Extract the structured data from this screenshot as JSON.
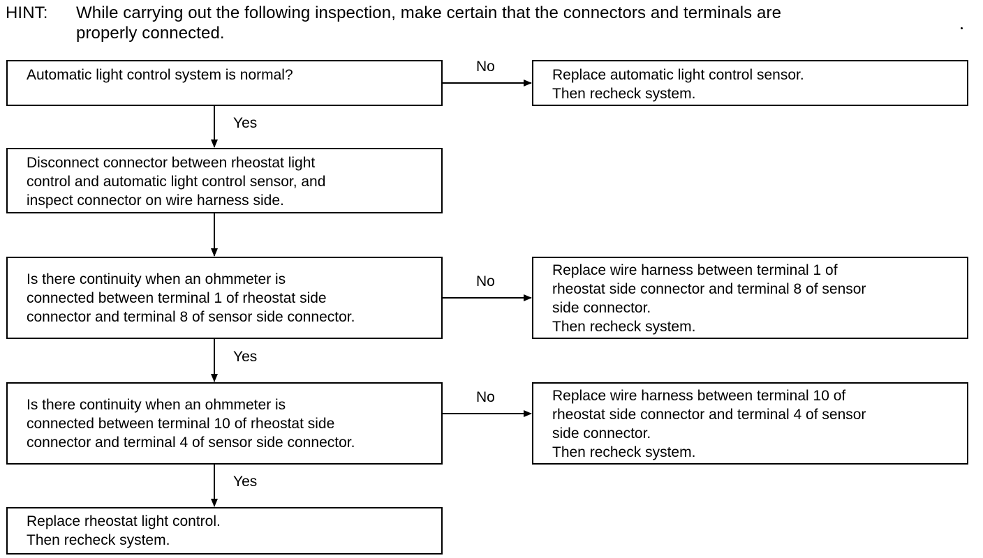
{
  "hint": {
    "label": "HINT:",
    "text": "While carrying out the following inspection, make certain that the connectors and terminals are\nproperly connected."
  },
  "flow": {
    "step1": "Automatic light control system is normal?",
    "no1": "Replace automatic light control sensor.\nThen recheck system.",
    "step2": "Disconnect connector between rheostat light\ncontrol and automatic light control sensor, and\ninspect connector on wire harness side.",
    "step3": "Is there continuity when an ohmmeter is\nconnected between terminal 1 of rheostat side\nconnector and terminal 8 of sensor side connector.",
    "no3": "Replace wire harness between terminal 1 of\nrheostat side connector and terminal 8 of sensor\nside connector.\nThen recheck system.",
    "step4": "Is there continuity when an ohmmeter is\nconnected between terminal 10 of rheostat side\nconnector and terminal 4 of sensor side connector.",
    "no4": "Replace wire harness between terminal 10 of\nrheostat side connector and terminal 4 of sensor\nside connector.\nThen recheck system.",
    "step5": "Replace rheostat light control.\nThen recheck system."
  },
  "labels": {
    "no": "No",
    "yes": "Yes"
  }
}
